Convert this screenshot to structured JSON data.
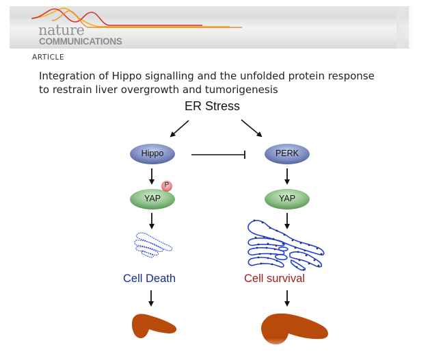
{
  "header": {
    "journal_name_top": "nature",
    "journal_name_bottom": "COMMUNICATIONS",
    "section_label": "ARTICLE",
    "title_line_1": "Integration of Hippo signalling and the unfolded protein response",
    "title_line_2": "to restrain liver overgrowth and tumorigenesis"
  },
  "diagram": {
    "top_node": "ER Stress",
    "left_branch": {
      "kinase": "Hippo",
      "effector": "YAP",
      "modification": "P",
      "er_state": "small-er-icon",
      "outcome": "Cell Death",
      "outcome_color": "#1c2a8c",
      "organ": "small-liver-icon"
    },
    "right_branch": {
      "kinase": "PERK",
      "effector": "YAP",
      "er_state": "large-er-icon",
      "outcome": "Cell survival",
      "outcome_color": "#a11d1d",
      "organ": "large-liver-icon"
    },
    "relation": "Hippo inhibits PERK",
    "colors": {
      "kinase_fill": "#7d8cc0",
      "yap_fill": "#8fc08a",
      "phospho_fill": "#e9898a",
      "er_stroke": "#1f3fe0",
      "liver_fill": "#b84a0c"
    }
  }
}
